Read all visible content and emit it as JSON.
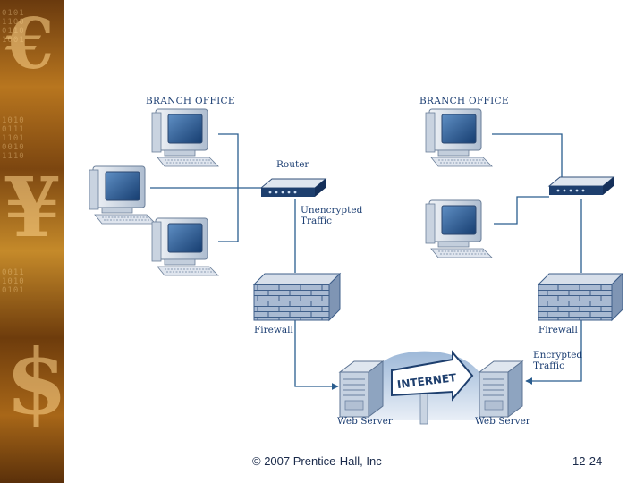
{
  "branch_left": {
    "title": "BRANCH OFFICE"
  },
  "branch_right": {
    "title": "BRANCH OFFICE"
  },
  "labels": {
    "router": "Router",
    "unencrypted_line1": "Unencrypted",
    "unencrypted_line2": "Traffic",
    "firewall_left": "Firewall",
    "firewall_right": "Firewall",
    "encrypted_line1": "Encrypted",
    "encrypted_line2": "Traffic",
    "web_server_left": "Web Server",
    "web_server_right": "Web Server",
    "internet_sign": "INTERNET"
  },
  "footer": {
    "copyright": "© 2007 Prentice-Hall, Inc",
    "slide_number": "12-24"
  },
  "colors": {
    "line": "#2a5d8f",
    "device_light": "#e6ebf2",
    "device_mid": "#9fb3cc",
    "screen": "#1f4f8a",
    "brick": "#9fb1cb",
    "accent_sidebar": "#b8761f"
  },
  "icons": [
    "euro-icon",
    "yen-icon",
    "dollar-icon",
    "computer-icon",
    "router-icon",
    "firewall-icon",
    "server-icon",
    "internet-sign-icon"
  ]
}
